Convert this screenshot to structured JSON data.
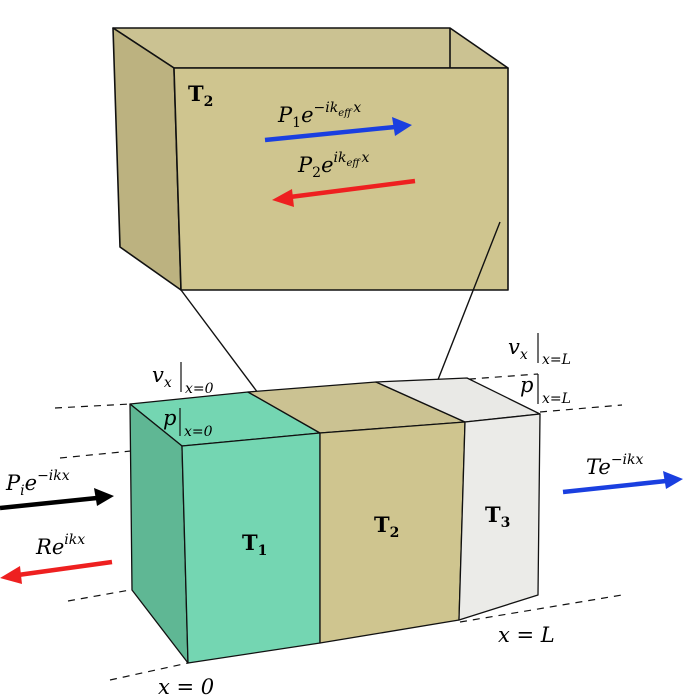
{
  "colors": {
    "t1_front": "#74d6b2",
    "t1_side": "#5fb794",
    "t1_top": "#74d6b2",
    "t2_front": "#cfc58f",
    "t2_top": "#cbc292",
    "t2_side": "#bcb280",
    "t3_front": "#ebebe8",
    "t3_top": "#e9e9e6",
    "inc_arrow": "#000000",
    "refl_arrow": "#ee2020",
    "trans_arrow": "#1a3fe0"
  },
  "zoom_box": {
    "region_label": "T",
    "region_sub": "2",
    "forward_wave": {
      "coef": "P",
      "coef_sub": "1",
      "base": "e",
      "exp_main": "−ik",
      "exp_sub": "eff",
      "exp_tail": "x"
    },
    "backward_wave": {
      "coef": "P",
      "coef_sub": "2",
      "base": "e",
      "exp_main": "ik",
      "exp_sub": "eff",
      "exp_tail": "x"
    }
  },
  "slab": {
    "t1": {
      "label": "T",
      "sub": "1"
    },
    "t2": {
      "label": "T",
      "sub": "2"
    },
    "t3": {
      "label": "T",
      "sub": "3"
    }
  },
  "boundary_labels": {
    "vx0": {
      "var": "v",
      "var_sub": "x",
      "eval": "x=0"
    },
    "p0": {
      "var": "p",
      "eval": "x=0"
    },
    "vxL": {
      "var": "v",
      "var_sub": "x",
      "eval": "x=L"
    },
    "pL": {
      "var": "p",
      "eval": "x=L"
    }
  },
  "waves": {
    "incident": {
      "coef": "P",
      "coef_sub": "i",
      "base": "e",
      "exp": "−ikx"
    },
    "reflected": {
      "coef": "R",
      "base": "e",
      "exp": "ikx"
    },
    "transmitted": {
      "coef": "T",
      "base": "e",
      "exp": "−ikx"
    }
  },
  "positions": {
    "x0": "x = 0",
    "xL": "x = L"
  }
}
